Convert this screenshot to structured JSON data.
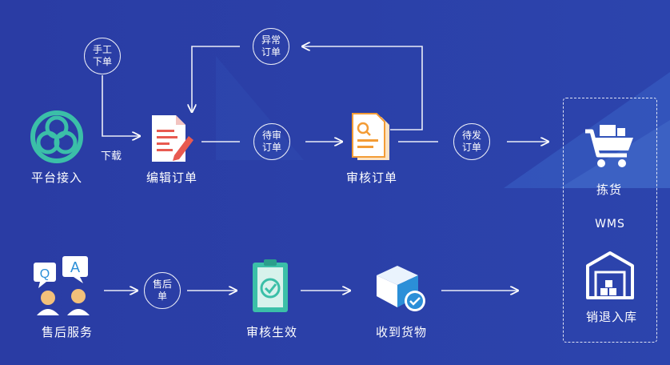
{
  "nodes": {
    "platform": "平台接入",
    "edit": "编辑订单",
    "review": "审核订单",
    "picking": "拣货",
    "wms": "WMS",
    "return": "销退入库",
    "aftersale": "售后服务",
    "review_effect": "审核生效",
    "receive": "收到货物"
  },
  "circles": {
    "manual": "手工下单",
    "abnormal": "异常订单",
    "pending_review": "待审订单",
    "pending_ship": "待发订单",
    "aftersale_order": "售后单"
  },
  "edge_labels": {
    "download": "下载"
  },
  "qa_icon": {
    "q": "Q",
    "a": "A"
  },
  "colors": {
    "background": "#2b40a8",
    "teal": "#3bbfa8",
    "orange": "#f39c36",
    "red": "#e85a50",
    "white": "#ffffff"
  }
}
